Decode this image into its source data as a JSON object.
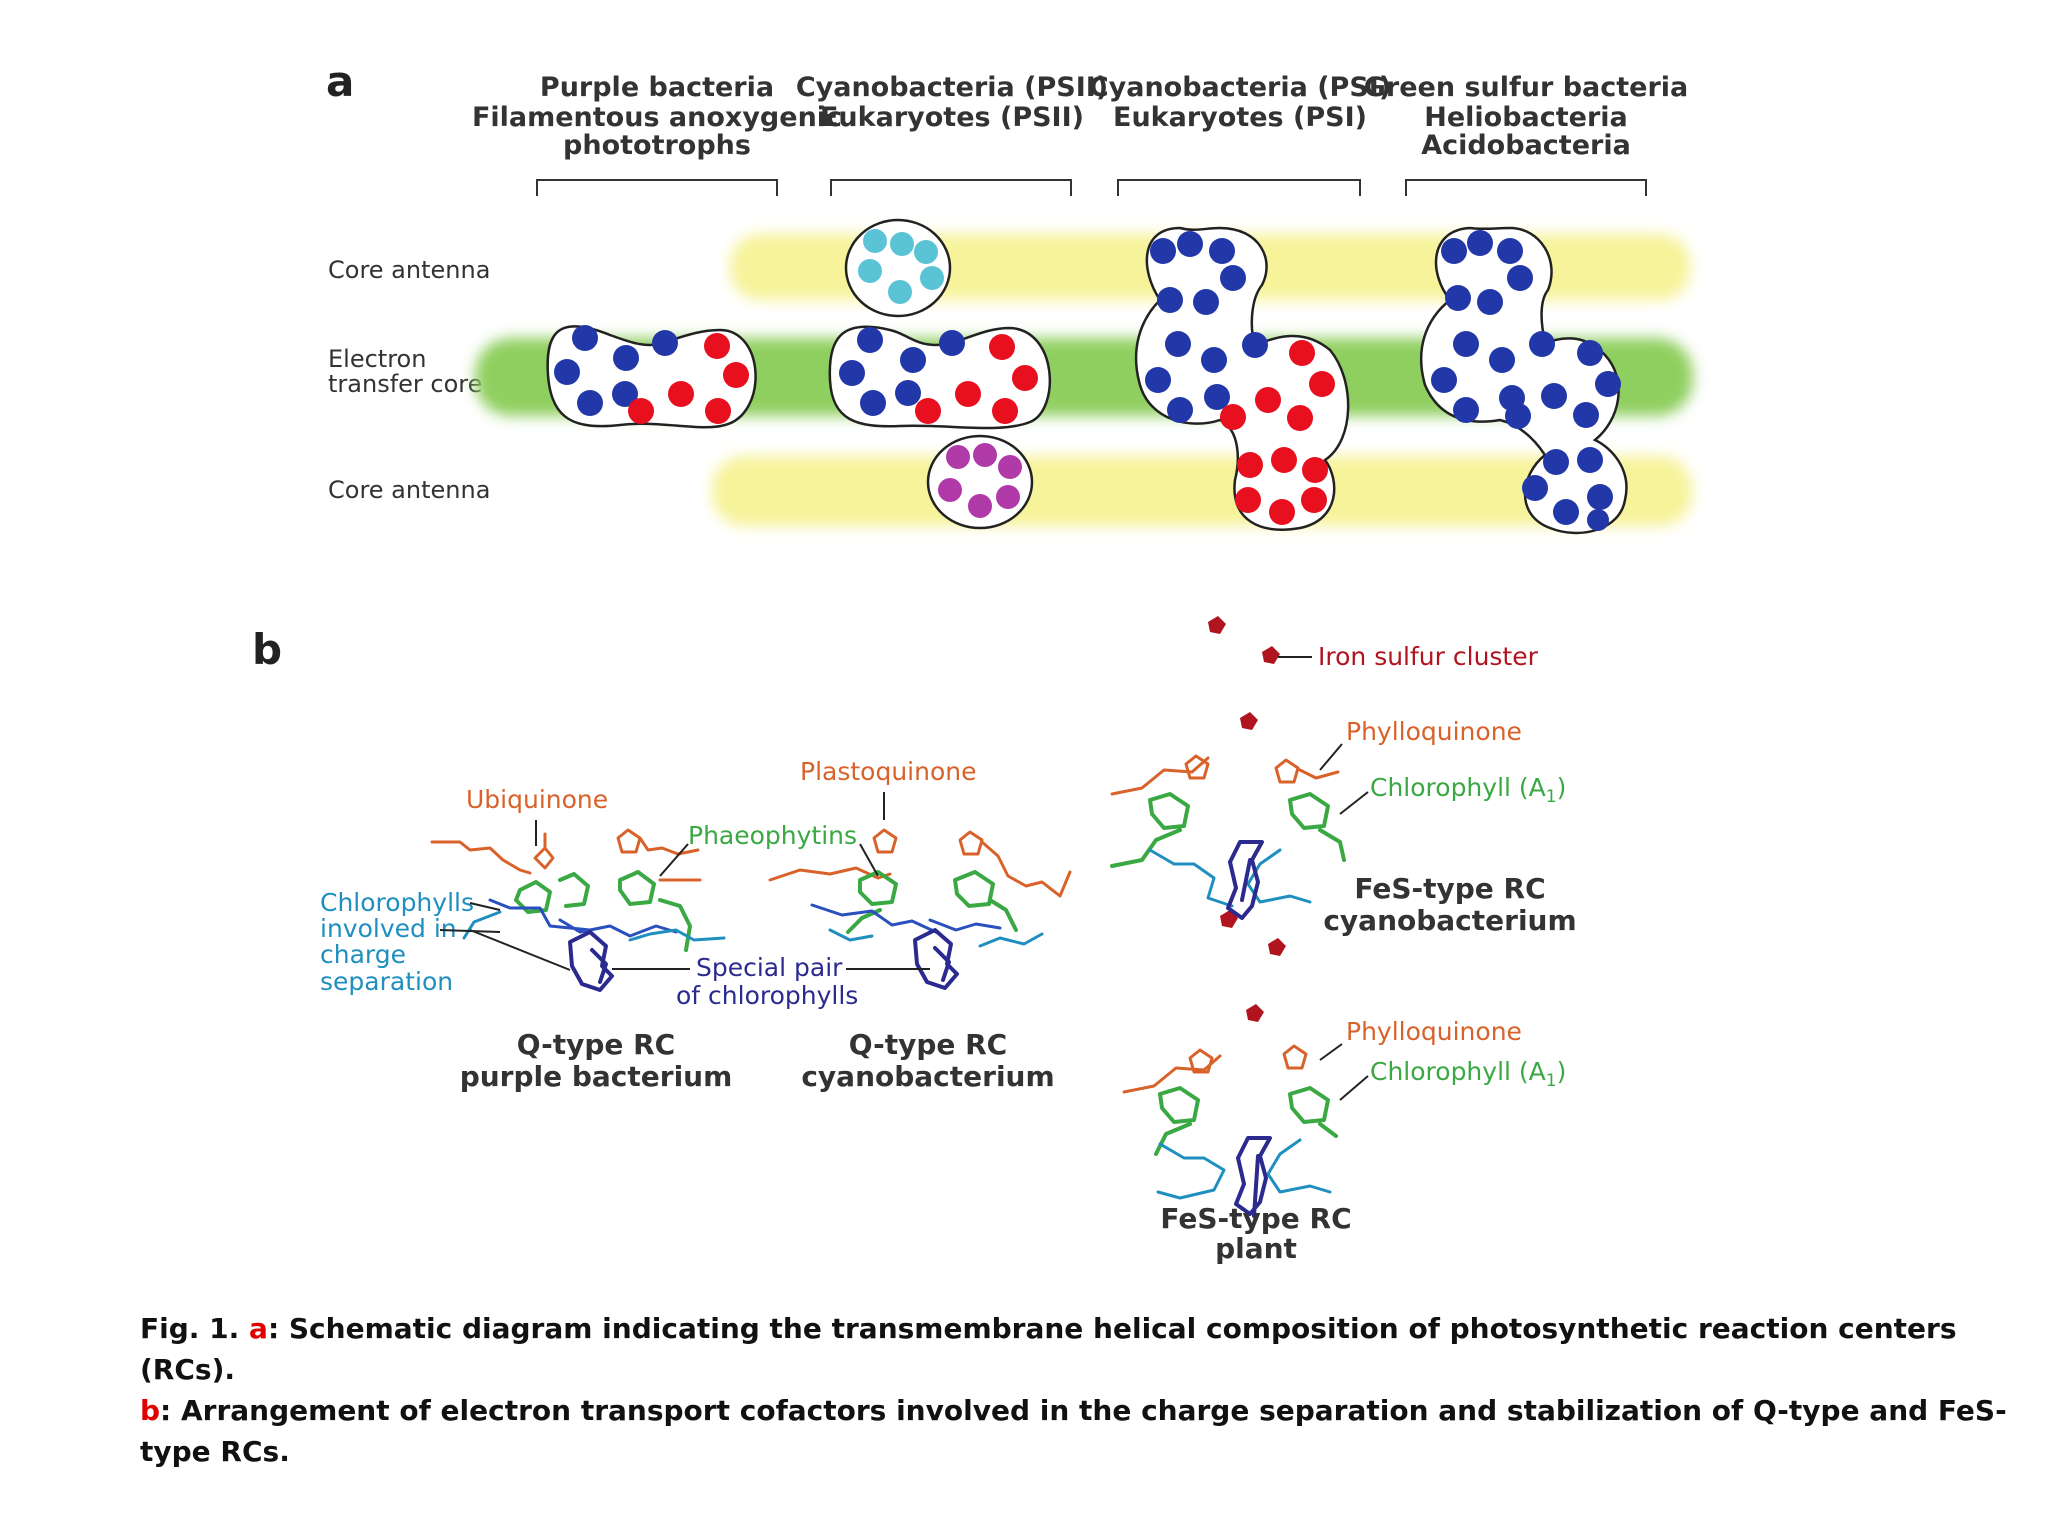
{
  "panel_a": {
    "letter": "a",
    "groups": [
      {
        "lines": [
          "Purple bacteria",
          "Filamentous anoxygenic",
          "phototrophs"
        ]
      },
      {
        "lines": [
          "Cyanobacteria (PSII)",
          "Eukaryotes (PSII)"
        ]
      },
      {
        "lines": [
          "Cyanobacteria (PSI)",
          "Eukaryotes (PSI)"
        ]
      },
      {
        "lines": [
          "Green sulfur bacteria",
          "Heliobacteria",
          "Acidobacteria"
        ]
      }
    ],
    "rows": {
      "core_antenna_top": "Core antenna",
      "electron_transfer_line1": "Electron",
      "electron_transfer_line2": "transfer core",
      "core_antenna_bottom": "Core antenna"
    },
    "colors": {
      "core_antenna_band": "#f6f39a",
      "electron_transfer_band": "#8fcf5e",
      "blue_helix": "#2338a8",
      "red_helix": "#e8101e",
      "cyan_helix": "#5bc3d6",
      "magenta_helix": "#b03aa8"
    }
  },
  "panel_b": {
    "letter": "b",
    "labels": {
      "ubiquinone": "Ubiquinone",
      "plastoquinone": "Plastoquinone",
      "phaeophytins": "Phaeophytins",
      "chlorophylls_1": "Chlorophylls",
      "chlorophylls_2": "involved in",
      "chlorophylls_3": "charge",
      "chlorophylls_4": "separation",
      "special_pair_1": "Special pair",
      "special_pair_2": "of chlorophylls",
      "iron_sulfur": "Iron sulfur cluster",
      "phylloquinone_top": "Phylloquinone",
      "chlorophyll_a1_top": "Chlorophyll (A",
      "a1_sub": "1",
      "a1_close": ")",
      "phylloquinone_bottom": "Phylloquinone",
      "chlorophyll_a1_bottom": "Chlorophyll (A"
    },
    "titles": {
      "q_purple_1": "Q-type RC",
      "q_purple_2": "purple bacterium",
      "q_cyano_1": "Q-type RC",
      "q_cyano_2": "cyanobacterium",
      "fes_cyano_1": "FeS-type RC",
      "fes_cyano_2": "cyanobacterium",
      "fes_plant_1": "FeS-type RC",
      "fes_plant_2": "plant"
    },
    "colors": {
      "quinone": "#d9622a",
      "chlorophyll": "#3aa843",
      "accessory": "#1f8fbf",
      "special_pair": "#2a2a8f",
      "iron_sulfur": "#b0141e"
    }
  },
  "caption": {
    "line1_prefix": "Fig. 1. ",
    "line1_key": "a",
    "line1_text": ": Schematic diagram indicating the transmembrane helical composition of photosynthetic reaction centers (RCs).",
    "line2_key": "b",
    "line2_text": ": Arrangement of electron transport cofactors involved in the charge separation and stabilization of Q-type and FeS-type RCs."
  }
}
